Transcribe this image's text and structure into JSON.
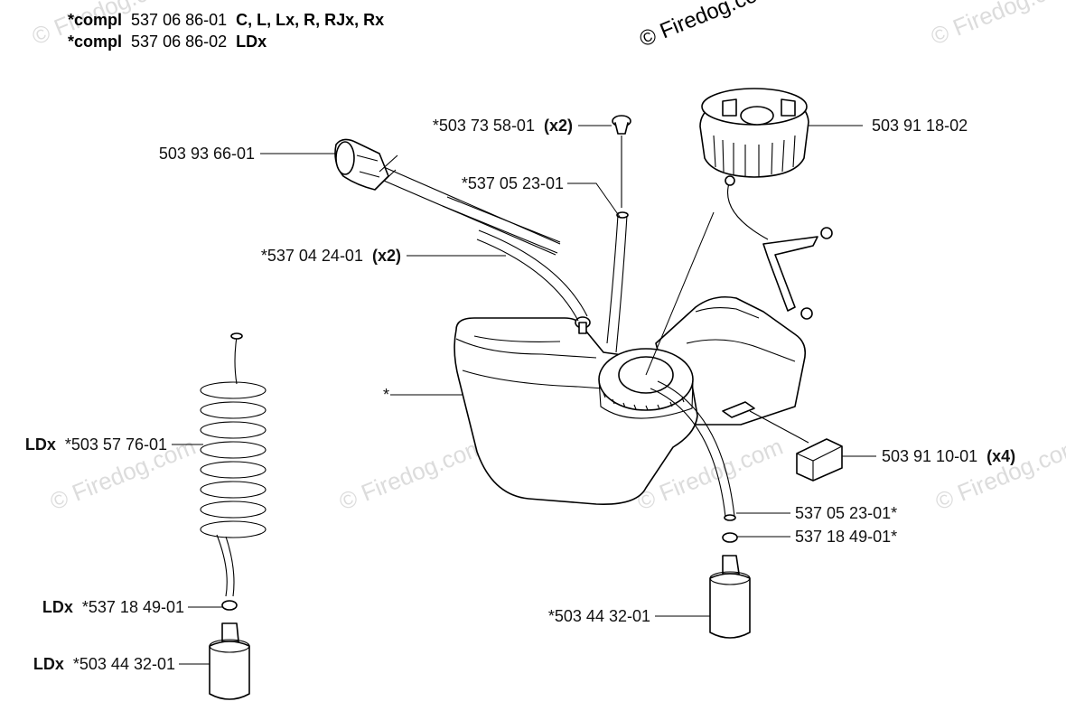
{
  "header": {
    "line1": {
      "prefix": "*compl",
      "number": "537 06 86-01",
      "models": "C, L, Lx, R, RJx, Rx"
    },
    "line2": {
      "prefix": "*compl",
      "number": "537 06 86-02",
      "models": "LDx"
    }
  },
  "copyright": "© Firedog.com",
  "watermark": "© Firedog.com",
  "callouts": {
    "fuel_cap": {
      "number": "503 91 18-02"
    },
    "grommet_top": {
      "number": "*503 73 58-01",
      "qty": "(x2)"
    },
    "fuel_pickup_pump": {
      "number": "503 93 66-01"
    },
    "fuel_hose_center": {
      "number": "*537 05 23-01"
    },
    "vent_hoses": {
      "number": "*537 04 24-01",
      "qty": "(x2)"
    },
    "fuel_tank": {
      "number": "*"
    },
    "rubber_mount": {
      "number": "503 91 10-01",
      "qty": "(x4)"
    },
    "fuel_hose_right": {
      "number": "537 05 23-01*"
    },
    "oring_right": {
      "number": "537 18 49-01*"
    },
    "filter_center": {
      "number": "*503 44 32-01"
    },
    "coil_hose": {
      "prefix": "LDx",
      "number": "*503 57 76-01"
    },
    "oring_left": {
      "prefix": "LDx",
      "number": "*537 18 49-01"
    },
    "filter_left": {
      "prefix": "LDx",
      "number": "*503 44 32-01"
    }
  }
}
